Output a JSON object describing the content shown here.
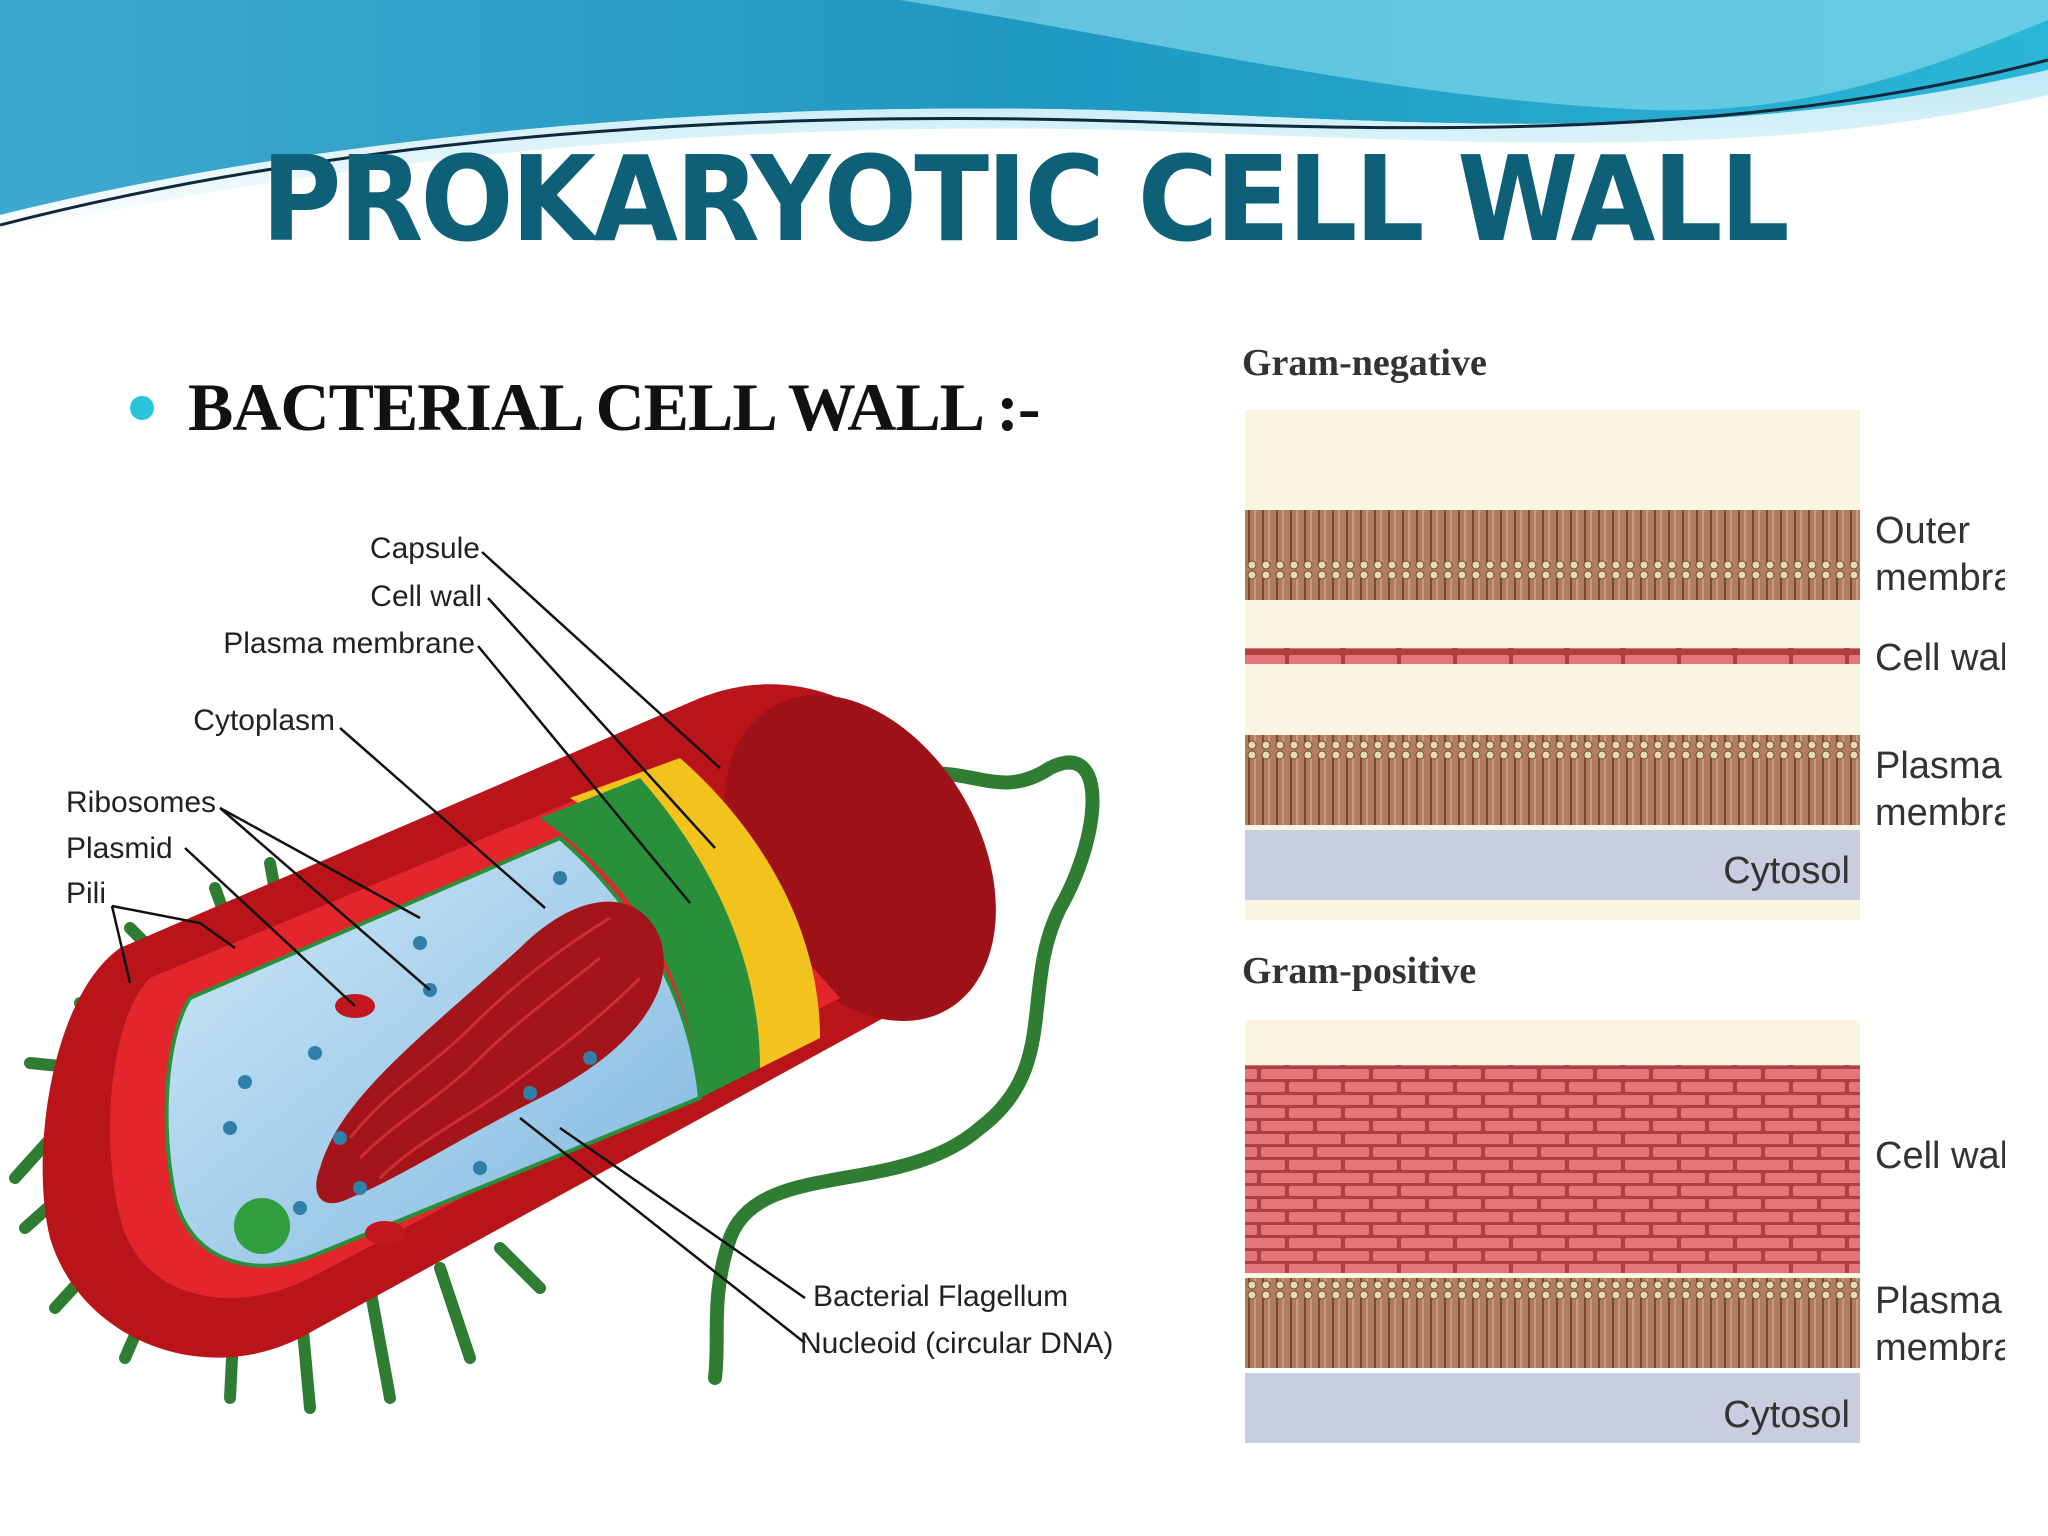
{
  "slide": {
    "title": "PROKARYOTIC CELL WALL",
    "bullet": "BACTERIAL CELL WALL :-"
  },
  "cell_diagram": {
    "labels": {
      "capsule": "Capsule",
      "cell_wall": "Cell wall",
      "plasma_membrane": "Plasma membrane",
      "cytoplasm": "Cytoplasm",
      "ribosomes": "Ribosomes",
      "plasmid": "Plasmid",
      "pili": "Pili",
      "flagellum": "Bacterial Flagellum",
      "nucleoid": "Nucleoid (circular DNA)"
    }
  },
  "gram_negative": {
    "heading": "Gram-negative",
    "outer_membrane": [
      "Outer",
      "membrane"
    ],
    "cell_wall": "Cell wall",
    "plasma_membrane": [
      "Plasma",
      "membrane"
    ],
    "cytosol": "Cytosol"
  },
  "gram_positive": {
    "heading": "Gram-positive",
    "cell_wall": "Cell wall",
    "plasma_membrane": [
      "Plasma",
      "membrane"
    ],
    "cytosol": "Cytosol"
  },
  "colors": {
    "title": "#0d6078",
    "bullet": "#29c4da",
    "capsule": "#b8141a",
    "cell_wall_yellow": "#f2c31d",
    "membrane_green": "#2a8f3a",
    "cytoplasm": "#a9d5ef",
    "nucleoid": "#a3151a"
  }
}
